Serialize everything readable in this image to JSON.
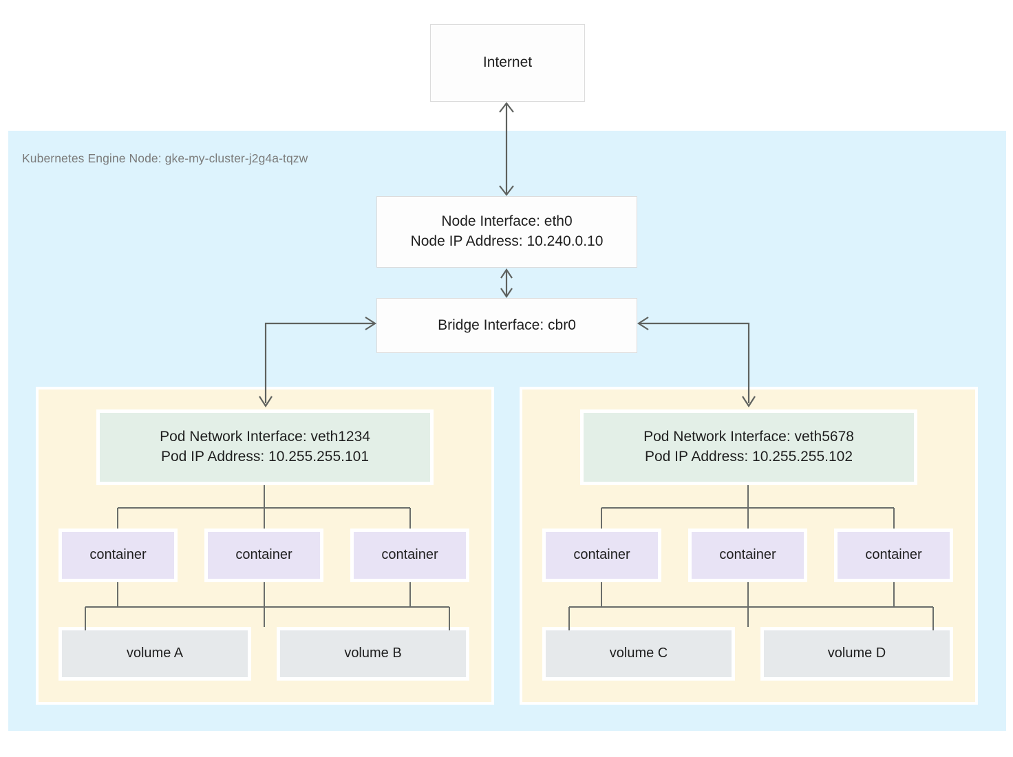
{
  "diagram": {
    "title_text": "Kubernetes Engine Node: gke-my-cluster-j2g4a-tqzw",
    "internet": {
      "label": "Internet"
    },
    "node_interface": {
      "line1": "Node Interface: eth0",
      "line2": "Node IP Address: 10.240.0.10"
    },
    "bridge_interface": {
      "label": "Bridge Interface: cbr0"
    },
    "pods": [
      {
        "iface_line1": "Pod Network Interface: veth1234",
        "iface_line2": "Pod IP Address: 10.255.255.101",
        "containers": [
          "container",
          "container",
          "container"
        ],
        "volumes": [
          "volume A",
          "volume B"
        ]
      },
      {
        "iface_line1": "Pod Network Interface: veth5678",
        "iface_line2": "Pod IP Address: 10.255.255.102",
        "containers": [
          "container",
          "container",
          "container"
        ],
        "volumes": [
          "volume C",
          "volume D"
        ]
      }
    ],
    "colors": {
      "node_region_bg": "#ddf3fd",
      "pod_group_bg": "#fdf5dd",
      "pod_iface_bg": "#e3efe7",
      "container_bg": "#e8e3f5",
      "volume_bg": "#e6e9eb",
      "plain_box_bg": "#fdfdfd",
      "plain_box_border": "#dcdcdc",
      "connector_stroke": "#5e615e",
      "label_text": "#7b7b7b",
      "body_text": "#1f1f1f"
    }
  }
}
